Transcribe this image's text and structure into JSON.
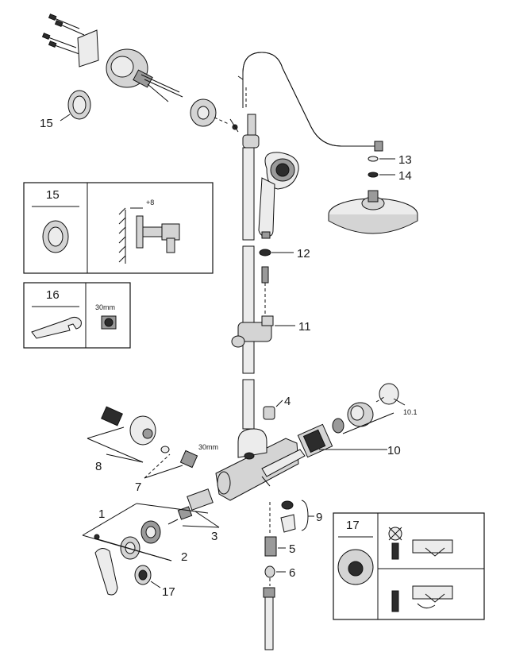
{
  "callouts": {
    "c1": "1",
    "c2": "2",
    "c3": "3",
    "c4": "4",
    "c5": "5",
    "c6": "6",
    "c7": "7",
    "c8": "8",
    "c9": "9",
    "c10": "10",
    "c10_1": "10.1",
    "c11": "11",
    "c12": "12",
    "c13": "13",
    "c14": "14",
    "c15": "15",
    "c17": "17"
  },
  "dimensions": {
    "nut_size_top": "30mm",
    "spacing": "+8"
  },
  "inset_15": {
    "title": "15"
  },
  "inset_16": {
    "title": "16",
    "nut_label": "30mm"
  },
  "inset_17": {
    "title": "17"
  }
}
